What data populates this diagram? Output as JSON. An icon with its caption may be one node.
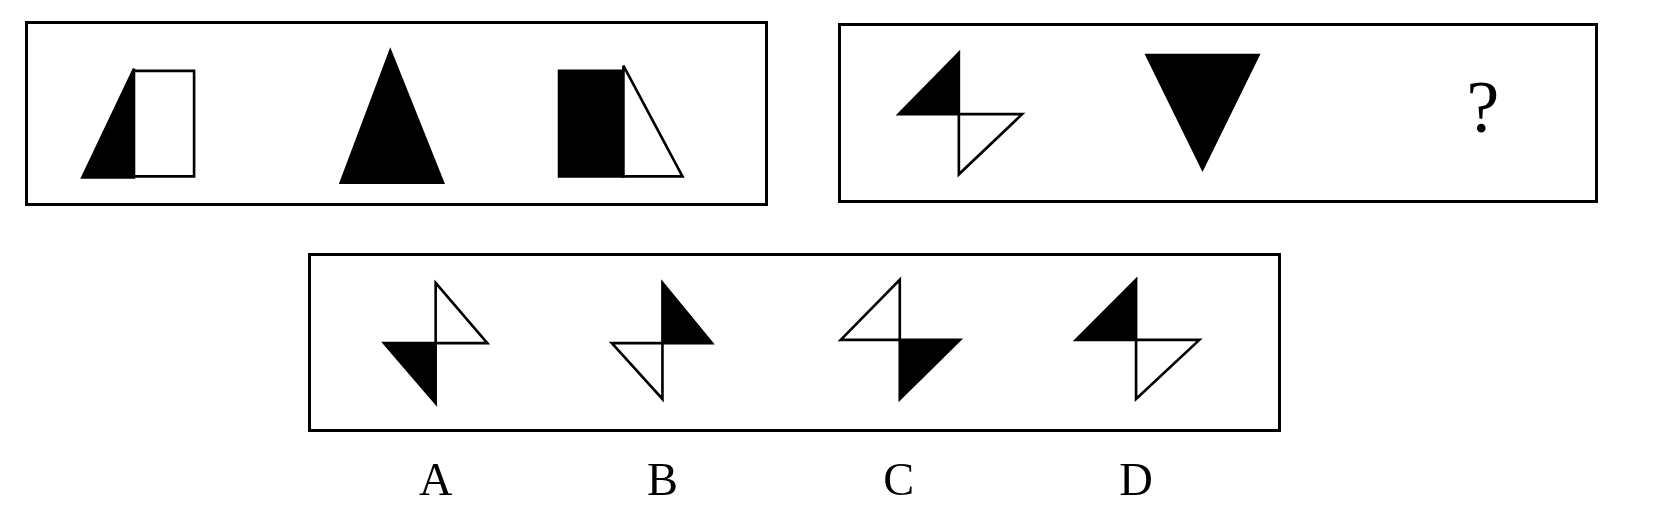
{
  "diagram": {
    "nodes": [
      {
        "text": [],
        "shape": "box"
      },
      {
        "text": [
          "?"
        ]
      },
      {
        "text": [],
        "shape": "box"
      }
    ],
    "labels": [
      "A",
      "B",
      "C",
      "D"
    ]
  }
}
